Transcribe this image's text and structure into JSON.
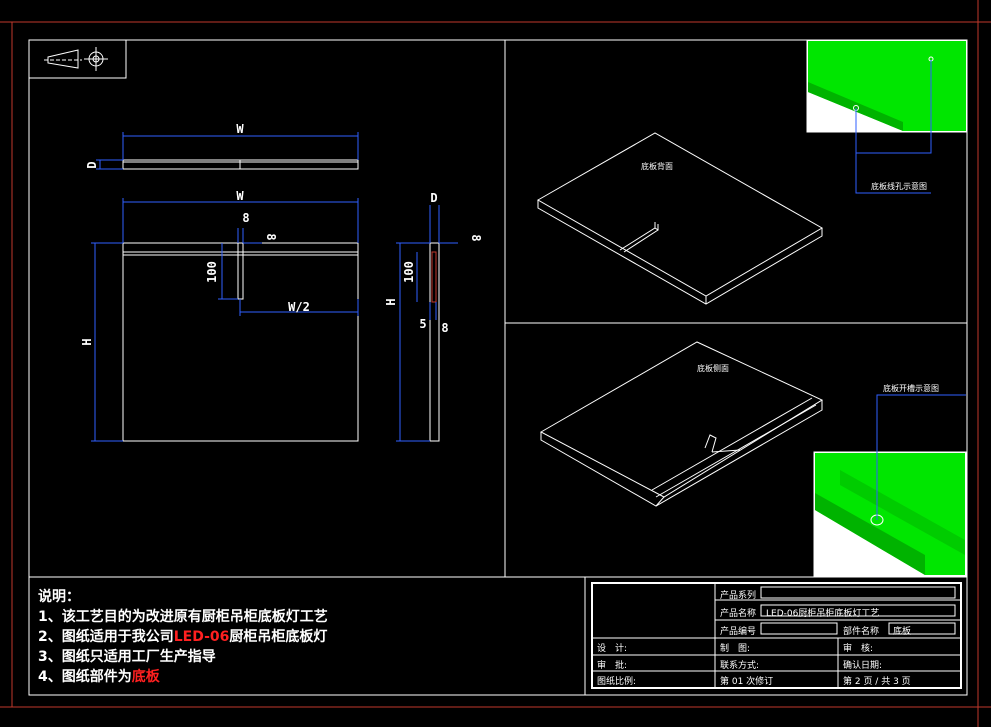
{
  "colors": {
    "background": "#000000",
    "line": "#ffffff",
    "dimension": "#2f5fff",
    "frame_red": "#c0392b",
    "highlight_green": "#00e600",
    "accent_red": "#ff2020"
  },
  "dims": {
    "w": "W",
    "d": "D",
    "h": "H",
    "eight": "8",
    "hundred": "100",
    "half_w": "W/2",
    "five": "5"
  },
  "views": {
    "top_label": "底板背面",
    "bottom_label": "底板侧面",
    "detail_top_label": "底板线孔示意图",
    "detail_bottom_label": "底板开槽示意图"
  },
  "notes": {
    "title": "说明：",
    "line1": "1、该工艺目的为改进原有厨柜吊柜底板灯工艺",
    "line2_pre": "2、图纸适用于我公司",
    "line2_red": "LED-06",
    "line2_post": "厨柜吊柜底板灯",
    "line3": "3、图纸只适用工厂生产指导",
    "line4_pre": "4、图纸部件为",
    "line4_red": "底板"
  },
  "title_block": {
    "series_label": "产品系列",
    "series_value": "",
    "name_label": "产品名称",
    "name_value": "LED-06厨柜吊柜底板灯工艺",
    "code_label": "产品编号",
    "code_value": "",
    "part_label": "部件名称",
    "part_value": "底板",
    "design": "设　计:",
    "draw": "制　图:",
    "review": "审　核:",
    "check": "审　批:",
    "contact": "联系方式:",
    "confirm": "确认日期:",
    "scale": "图纸比例:",
    "revision": "第 01 次修订",
    "page": "第 2 页 / 共 3 页"
  }
}
